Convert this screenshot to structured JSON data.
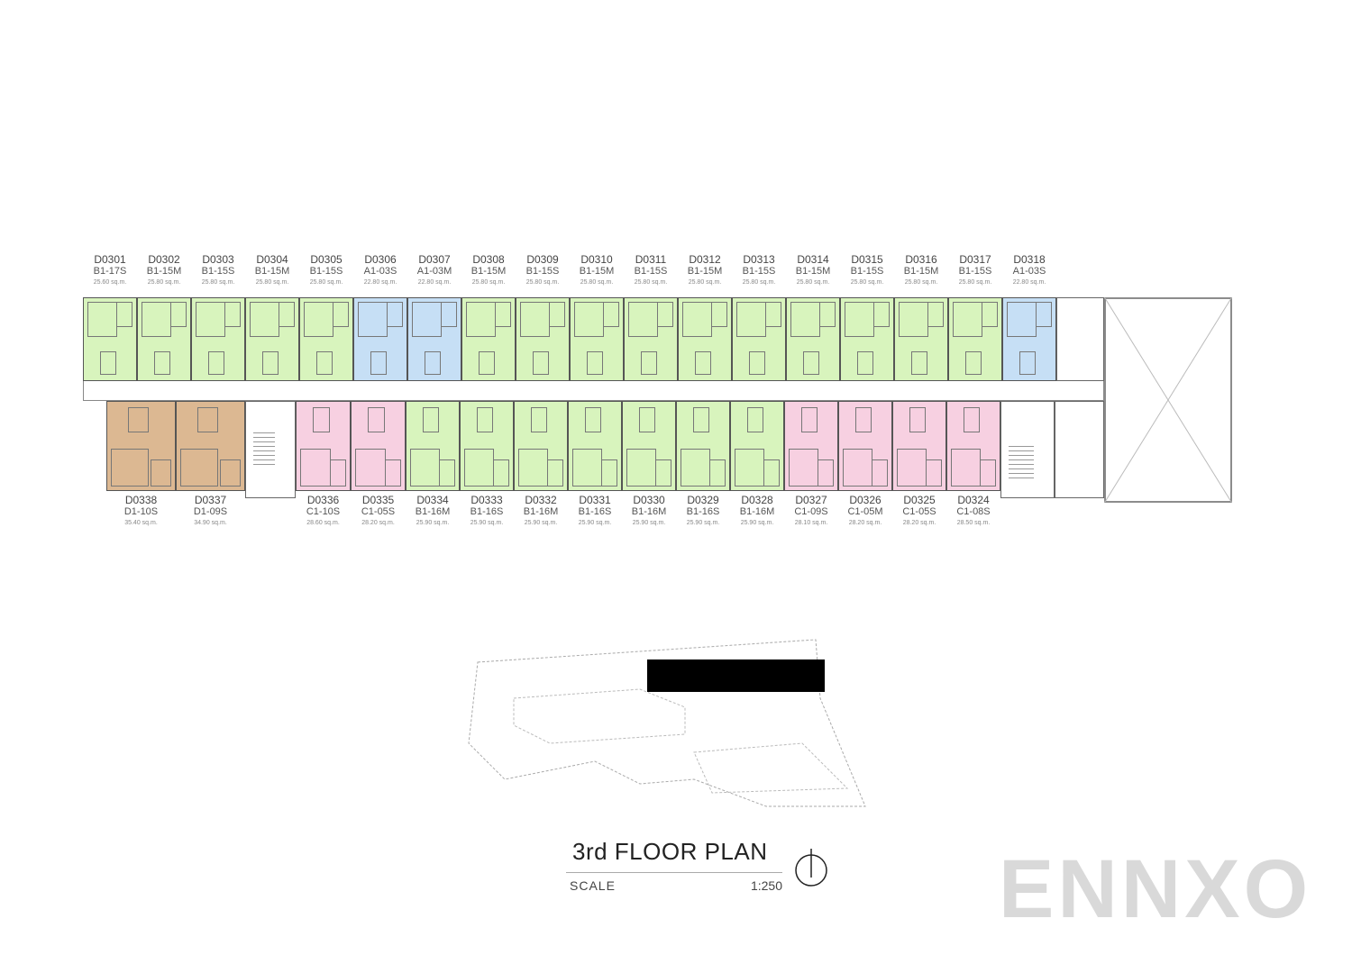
{
  "colors": {
    "A": "#c6dff5",
    "B": "#d8f4bd",
    "C": "#f7d0e1",
    "D": "#dcb892",
    "outline": "#555555"
  },
  "top_units": [
    {
      "id": "D0301",
      "type": "B1-17S",
      "area": "25.60 sq.m."
    },
    {
      "id": "D0302",
      "type": "B1-15M",
      "area": "25.80 sq.m."
    },
    {
      "id": "D0303",
      "type": "B1-15S",
      "area": "25.80 sq.m."
    },
    {
      "id": "D0304",
      "type": "B1-15M",
      "area": "25.80 sq.m."
    },
    {
      "id": "D0305",
      "type": "B1-15S",
      "area": "25.80 sq.m."
    },
    {
      "id": "D0306",
      "type": "A1-03S",
      "area": "22.80 sq.m."
    },
    {
      "id": "D0307",
      "type": "A1-03M",
      "area": "22.80 sq.m."
    },
    {
      "id": "D0308",
      "type": "B1-15M",
      "area": "25.80 sq.m."
    },
    {
      "id": "D0309",
      "type": "B1-15S",
      "area": "25.80 sq.m."
    },
    {
      "id": "D0310",
      "type": "B1-15M",
      "area": "25.80 sq.m."
    },
    {
      "id": "D0311",
      "type": "B1-15S",
      "area": "25.80 sq.m."
    },
    {
      "id": "D0312",
      "type": "B1-15M",
      "area": "25.80 sq.m."
    },
    {
      "id": "D0313",
      "type": "B1-15S",
      "area": "25.80 sq.m."
    },
    {
      "id": "D0314",
      "type": "B1-15M",
      "area": "25.80 sq.m."
    },
    {
      "id": "D0315",
      "type": "B1-15S",
      "area": "25.80 sq.m."
    },
    {
      "id": "D0316",
      "type": "B1-15M",
      "area": "25.80 sq.m."
    },
    {
      "id": "D0317",
      "type": "B1-15S",
      "area": "25.80 sq.m."
    },
    {
      "id": "D0318",
      "type": "A1-03S",
      "area": "22.80 sq.m."
    }
  ],
  "bottom_units": [
    {
      "id": "D0338",
      "type": "D1-10S",
      "area": "35.40 sq.m."
    },
    {
      "id": "D0337",
      "type": "D1-09S",
      "area": "34.90 sq.m."
    },
    {
      "id": "D0336",
      "type": "C1-10S",
      "area": "28.60 sq.m."
    },
    {
      "id": "D0335",
      "type": "C1-05S",
      "area": "28.20 sq.m."
    },
    {
      "id": "D0334",
      "type": "B1-16M",
      "area": "25.90 sq.m."
    },
    {
      "id": "D0333",
      "type": "B1-16S",
      "area": "25.90 sq.m."
    },
    {
      "id": "D0332",
      "type": "B1-16M",
      "area": "25.90 sq.m."
    },
    {
      "id": "D0331",
      "type": "B1-16S",
      "area": "25.90 sq.m."
    },
    {
      "id": "D0330",
      "type": "B1-16M",
      "area": "25.90 sq.m."
    },
    {
      "id": "D0329",
      "type": "B1-16S",
      "area": "25.90 sq.m."
    },
    {
      "id": "D0328",
      "type": "B1-16M",
      "area": "25.90 sq.m."
    },
    {
      "id": "D0327",
      "type": "C1-09S",
      "area": "28.10 sq.m."
    },
    {
      "id": "D0326",
      "type": "C1-05M",
      "area": "28.20 sq.m."
    },
    {
      "id": "D0325",
      "type": "C1-05S",
      "area": "28.20 sq.m."
    },
    {
      "id": "D0324",
      "type": "C1-08S",
      "area": "28.50 sq.m."
    }
  ],
  "title": "3rd FLOOR PLAN",
  "scale_label": "SCALE",
  "scale_value": "1:250",
  "north_icon": "north-arrow-icon",
  "watermark": "ENNXO"
}
